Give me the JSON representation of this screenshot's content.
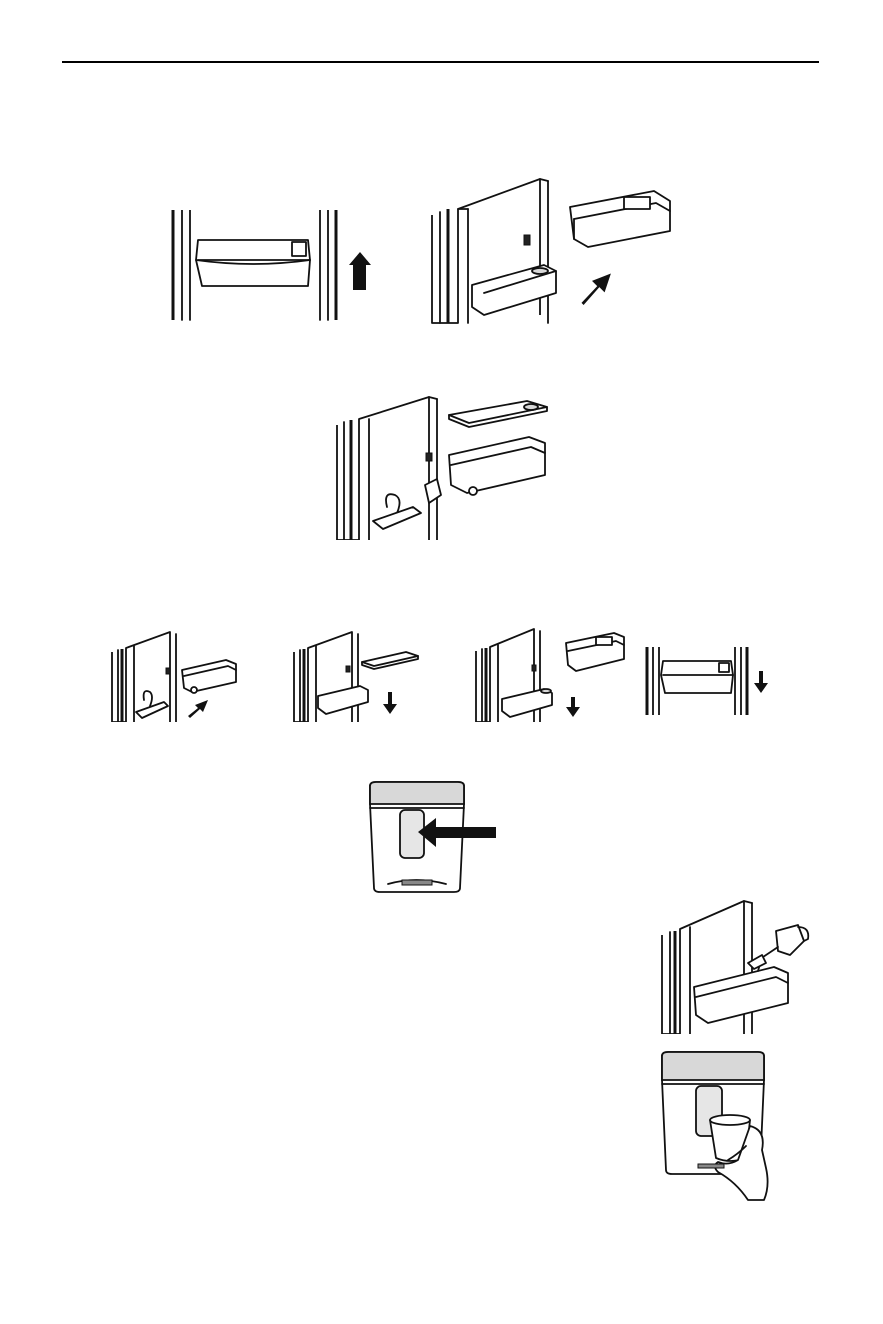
{
  "page": {
    "figures": [
      {
        "id": "fig-a",
        "icon": "door-bin-lift-up-icon"
      },
      {
        "id": "fig-b",
        "icon": "door-bin-remove-icon"
      },
      {
        "id": "fig-c",
        "icon": "dispenser-parts-exploded-icon"
      },
      {
        "id": "fig-d1",
        "icon": "reinstall-step-1-icon"
      },
      {
        "id": "fig-d2",
        "icon": "reinstall-step-2-icon"
      },
      {
        "id": "fig-d3",
        "icon": "reinstall-step-3-icon"
      },
      {
        "id": "fig-d4",
        "icon": "reinstall-step-4-icon"
      },
      {
        "id": "fig-e",
        "icon": "dispenser-lever-press-icon"
      },
      {
        "id": "fig-f",
        "icon": "water-tank-fill-icon"
      },
      {
        "id": "fig-g",
        "icon": "dispense-into-cup-icon"
      }
    ]
  }
}
